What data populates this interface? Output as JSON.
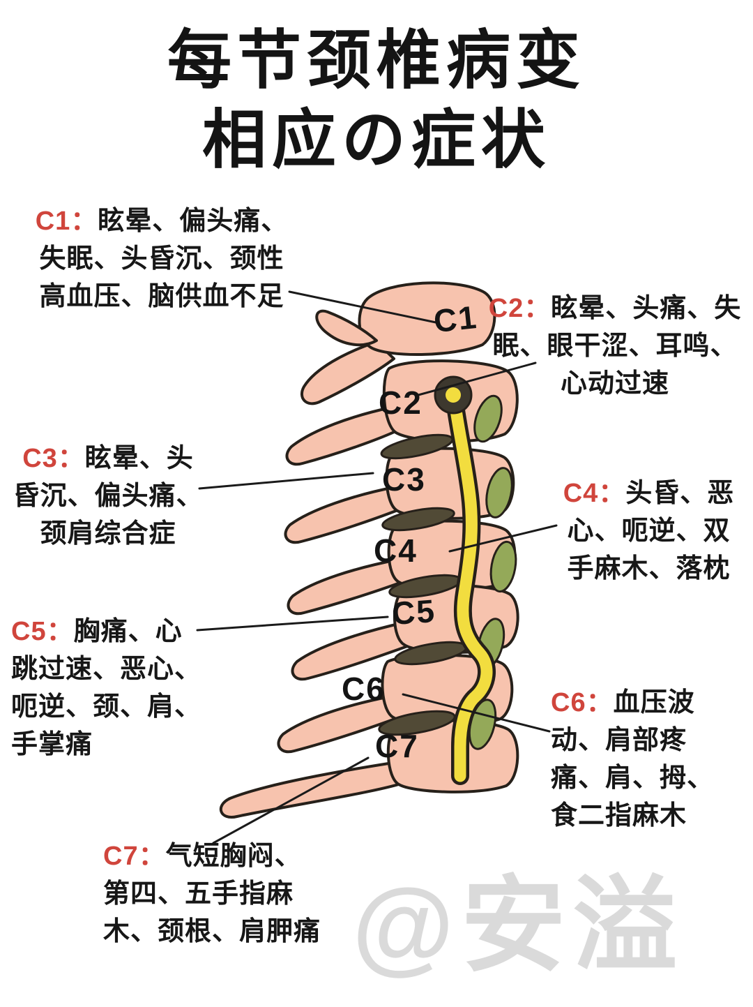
{
  "title": {
    "line1": "每节颈椎病变",
    "line2": "相应の症状"
  },
  "spine": {
    "labels": [
      "C1",
      "C2",
      "C3",
      "C4",
      "C5",
      "C6",
      "C7"
    ]
  },
  "annotations": [
    {
      "id": "C1",
      "label": "C1：",
      "lines": [
        "眩晕、偏头痛、",
        "失眠、头昏沉、颈性",
        "高血压、脑供血不足"
      ]
    },
    {
      "id": "C2",
      "label": "C2：",
      "lines": [
        "眩晕、头痛、失",
        "眠、眼干涩、耳鸣、",
        "心动过速"
      ]
    },
    {
      "id": "C3",
      "label": "C3：",
      "lines": [
        "眩晕、头",
        "昏沉、偏头痛、",
        "颈肩综合症"
      ]
    },
    {
      "id": "C4",
      "label": "C4：",
      "lines": [
        "头昏、恶",
        "心、呃逆、双",
        "手麻木、落枕"
      ]
    },
    {
      "id": "C5",
      "label": "C5：",
      "lines": [
        "胸痛、心",
        "跳过速、恶心、",
        "呃逆、颈、肩、",
        "手掌痛"
      ]
    },
    {
      "id": "C6",
      "label": "C6：",
      "lines": [
        "血压波",
        "动、肩部疼",
        "痛、肩、拇、",
        "食二指麻木"
      ]
    },
    {
      "id": "C7",
      "label": "C7：",
      "lines": [
        "气短胸闷、",
        "第四、五手指麻",
        "木、颈根、肩胛痛"
      ]
    }
  ],
  "watermark": "@安溢",
  "colors": {
    "label_red": "#d0453c",
    "text_black": "#171717",
    "bone": "#f7c3ae",
    "nerve_yellow": "#f2dd3f",
    "disc_dark": "#514a36",
    "disc_green": "#94a959",
    "outline": "#26201a",
    "watermark_gray": "#dadada"
  }
}
